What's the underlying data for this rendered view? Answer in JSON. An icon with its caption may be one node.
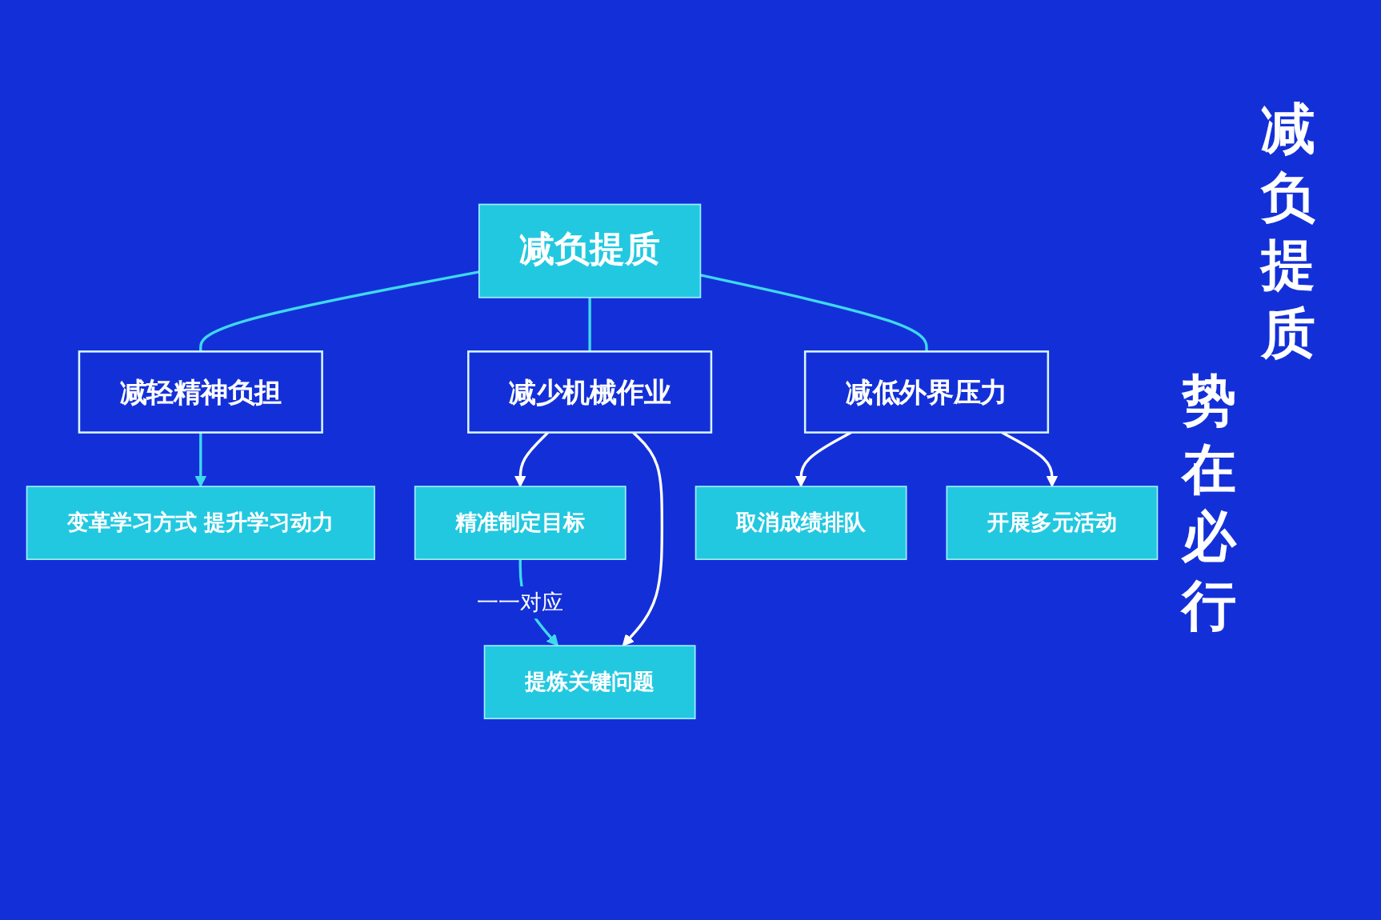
{
  "diagram": {
    "nodes": [
      {
        "text": [
          "变革学习方式 提升学习动力"
        ]
      },
      {
        "text": [
          "减轻精神负担"
        ]
      },
      {
        "text": [
          "减负提质"
        ]
      },
      {
        "text": [
          "减少机械作业"
        ]
      },
      {
        "text": [
          "减低外界压力"
        ]
      },
      {
        "text": [
          "精准制定目标"
        ]
      },
      {
        "text": [
          "提炼关键问题"
        ]
      },
      {
        "text": [
          "取消成绩排队"
        ]
      },
      {
        "text": [
          "开展多元活动"
        ]
      }
    ],
    "edges": [
      {
        "from": 1,
        "to": 0,
        "arrow": "to"
      },
      {
        "from": 2,
        "to": 1,
        "arrow": "none"
      },
      {
        "from": 2,
        "to": 3,
        "arrow": "none"
      },
      {
        "from": 2,
        "to": 4,
        "arrow": "none"
      },
      {
        "from": 3,
        "to": 5,
        "arrow": "to",
        "color": "#ffffff"
      },
      {
        "from": 3,
        "to": 6,
        "arrow": "to",
        "color": "#ffffff"
      },
      {
        "from": 4,
        "to": 7,
        "arrow": "to",
        "color": "#ffffff"
      },
      {
        "from": 4,
        "to": 8,
        "arrow": "to",
        "color": "#ffffff"
      },
      {
        "from": 5,
        "to": 6,
        "arrow": "to",
        "label": "一一对应"
      }
    ],
    "labels": [
      "减负提质",
      "势在必行"
    ]
  }
}
